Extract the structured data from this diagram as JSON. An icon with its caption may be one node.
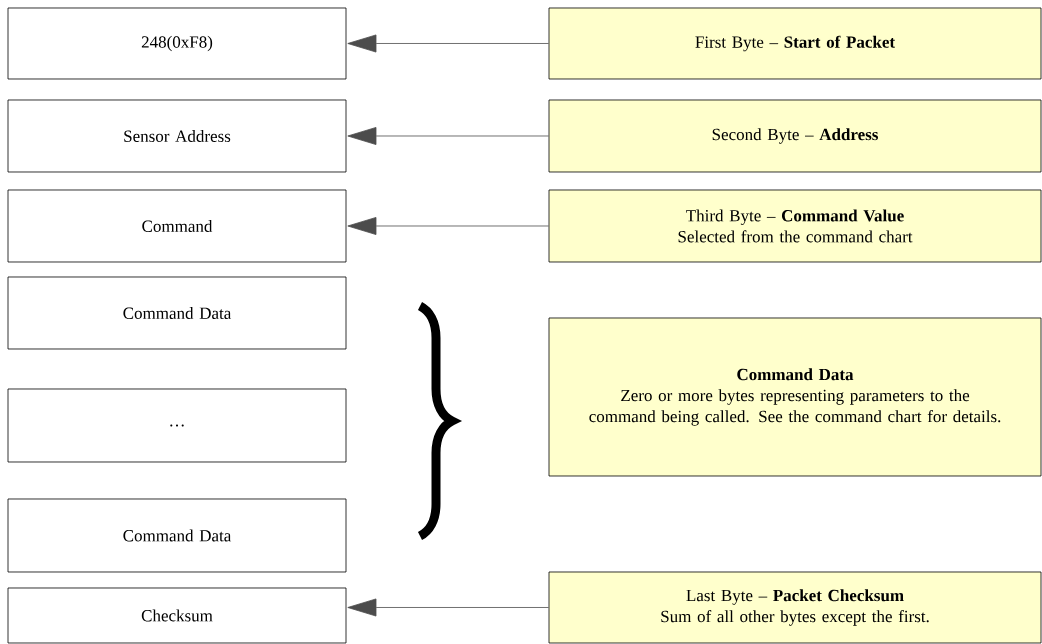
{
  "diagram": {
    "nodes": [
      {
        "text": [
          "248(0xF8)"
        ]
      },
      {
        "text": [
          "First Byte – **Start of Packet**"
        ]
      },
      {
        "text": [
          "Sensor Address"
        ]
      },
      {
        "text": [
          "Second Byte – **Address**"
        ]
      },
      {
        "text": [
          "Command"
        ]
      },
      {
        "text": [
          "Third Byte – **Command Value**",
          "Selected from the command chart"
        ]
      },
      {
        "text": [
          "Command Data"
        ]
      },
      {
        "text": [
          "…"
        ]
      },
      {
        "text": [
          "Command Data"
        ]
      },
      {
        "text": [
          "Command Data",
          "Zero or more bytes representing parameters to the command being called. See the command chart for details."
        ]
      },
      {
        "text": [
          "Checksum"
        ]
      },
      {
        "text": [
          "Last Byte – **Packet Checksum**",
          "Sum of all other bytes except the first."
        ]
      }
    ],
    "edges": [
      {
        "from": 1,
        "to": 0,
        "arrow": "to"
      },
      {
        "from": 3,
        "to": 2,
        "arrow": "to"
      },
      {
        "from": 5,
        "to": 4,
        "arrow": "to"
      },
      {
        "from": 11,
        "to": 10,
        "arrow": "to"
      }
    ]
  }
}
